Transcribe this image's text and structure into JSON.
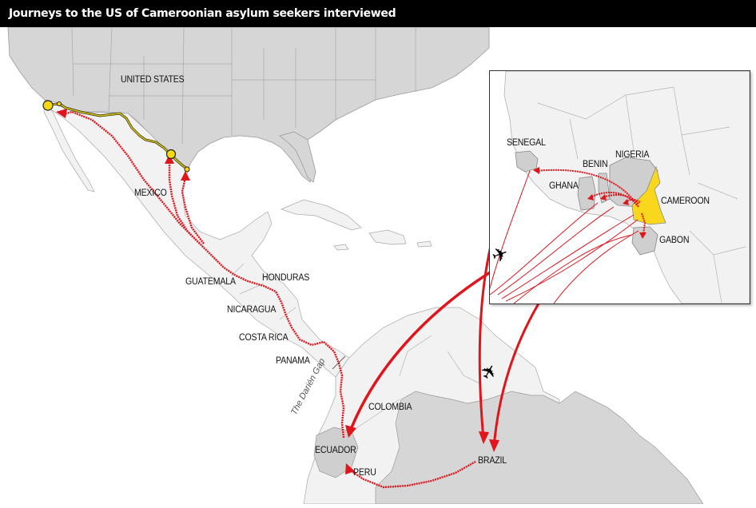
{
  "title": "Journeys to the US of Cameroonian asylum seekers interviewed",
  "colors": {
    "route_red": "#e0141b",
    "border_line_yellow": "#d4c21a",
    "crossing_point_yellow": "#f5d90f",
    "cameroon_highlight": "#f9d71c",
    "highlight_country_gray": "#cfcfcf",
    "us_brazil_gray": "#d6d6d6",
    "other_land": "#f2f2f2",
    "water": "#ffffff",
    "title_bar_bg": "#000000"
  },
  "main_map": {
    "labels": {
      "united_states": "UNITED STATES",
      "mexico": "MEXICO",
      "guatemala": "GUATEMALA",
      "honduras": "HONDURAS",
      "nicaragua": "NICARAGUA",
      "costa_rica": "COSTA RICA",
      "panama": "PANAMA",
      "darien_gap": "The Darién Gap",
      "colombia": "COLOMBIA",
      "ecuador": "ECUADOR",
      "peru": "PERU",
      "brazil": "BRAZIL"
    },
    "border_crossing_points": [
      {
        "name": "crossing-tijuana",
        "size": "large"
      },
      {
        "name": "crossing-mexicali",
        "size": "small"
      },
      {
        "name": "crossing-laredo",
        "size": "large"
      },
      {
        "name": "crossing-brownsville",
        "size": "small"
      }
    ],
    "flight_icons": [
      "airplane-atlantic",
      "airplane-guyana"
    ]
  },
  "inset_map": {
    "labels": {
      "senegal": "SENEGAL",
      "nigeria": "NIGERIA",
      "benin": "BENIN",
      "ghana": "GHANA",
      "cameroon": "CAMEROON",
      "gabon": "GABON"
    }
  }
}
